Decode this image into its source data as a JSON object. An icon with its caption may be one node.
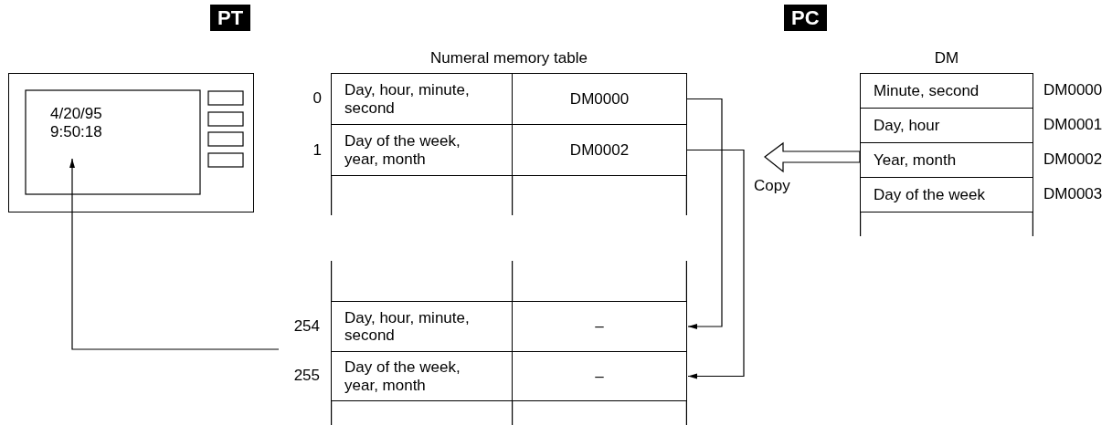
{
  "diagram": {
    "nodes": [
      {
        "text": [],
        "shape": "picture"
      },
      {
        "text": [
          "4/20/95 9:50:18"
        ],
        "in": 0
      },
      {
        "text": [
          "Numeral memory table"
        ]
      },
      {
        "text": [
          "Day, hour, minute, second"
        ],
        "in": 2,
        "beside": [
          "0"
        ]
      },
      {
        "text": [
          "DM0000"
        ],
        "in": 2
      },
      {
        "text": [
          "Day of the week, year, month"
        ],
        "in": 2,
        "beside": [
          "1"
        ]
      },
      {
        "text": [
          "DM0002"
        ],
        "in": 2
      },
      {
        "text": [
          "Day, hour, minute, second"
        ],
        "in": 2,
        "beside": [
          "254"
        ]
      },
      {
        "text": [
          "–"
        ],
        "in": 2
      },
      {
        "text": [
          "Day of the week, year, month"
        ],
        "in": 2,
        "beside": [
          "255"
        ]
      },
      {
        "text": [
          "–"
        ],
        "in": 2
      },
      {
        "text": [
          "DM"
        ]
      },
      {
        "text": [
          "Minute, second"
        ],
        "in": 11,
        "beside": [
          "DM0000"
        ]
      },
      {
        "text": [
          "Day, hour"
        ],
        "in": 11,
        "beside": [
          "DM0001"
        ]
      },
      {
        "text": [
          "Year, month"
        ],
        "in": 11,
        "beside": [
          "DM0002"
        ]
      },
      {
        "text": [
          "Day of the week"
        ],
        "in": 11,
        "beside": [
          "DM0003"
        ]
      }
    ],
    "edges": [
      {
        "from": 4,
        "to": 8,
        "arrow": "to"
      },
      {
        "from": 6,
        "to": 10,
        "arrow": "to"
      },
      {
        "from": 7,
        "to": 1,
        "arrow": "to"
      },
      {
        "from": 11,
        "to": null,
        "arrow": "to",
        "label": "Copy"
      }
    ],
    "labels": [
      "PT",
      "PC"
    ]
  }
}
